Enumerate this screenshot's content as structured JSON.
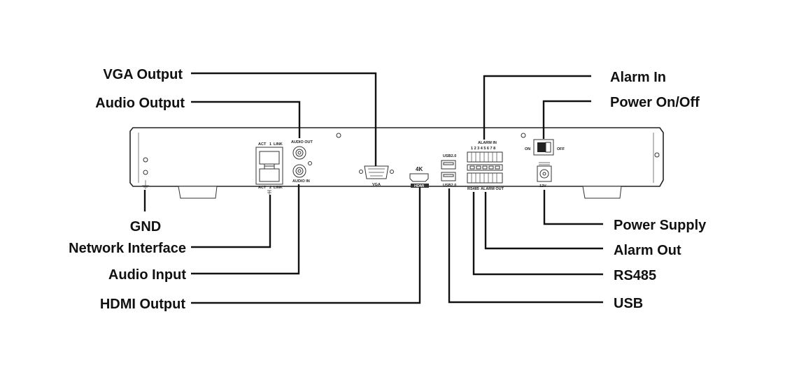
{
  "callouts": {
    "vga_output": "VGA Output",
    "audio_output": "Audio Output",
    "gnd": "GND",
    "network_interface": "Network Interface",
    "audio_input": "Audio Input",
    "hdmi_output": "HDMI Output",
    "alarm_in": "Alarm In",
    "power_on_off": "Power On/Off",
    "power_supply": "Power Supply",
    "alarm_out": "Alarm Out",
    "rs485": "RS485",
    "usb": "USB"
  },
  "panel_labels": {
    "act_top": "ACT",
    "port1": "1",
    "link_top": "LINK",
    "act_bottom": "ACT",
    "port2": "2",
    "link_bottom": "LINK",
    "audio_out": "AUDIO OUT",
    "audio_in": "AUDIO IN",
    "vga": "VGA",
    "hdmi_4k": "4K",
    "hdmi": "HDMI",
    "usb_top": "USB2.0",
    "usb_bottom": "USB2.0",
    "alarm_in": "ALARM IN",
    "alarm_in_pins": "1 2 3 4 5 6 7 8",
    "rs485": "RS485",
    "alarm_out": "ALARM OUT",
    "switch_on": "ON",
    "switch_off": "OFF",
    "power_12v": "12V"
  }
}
